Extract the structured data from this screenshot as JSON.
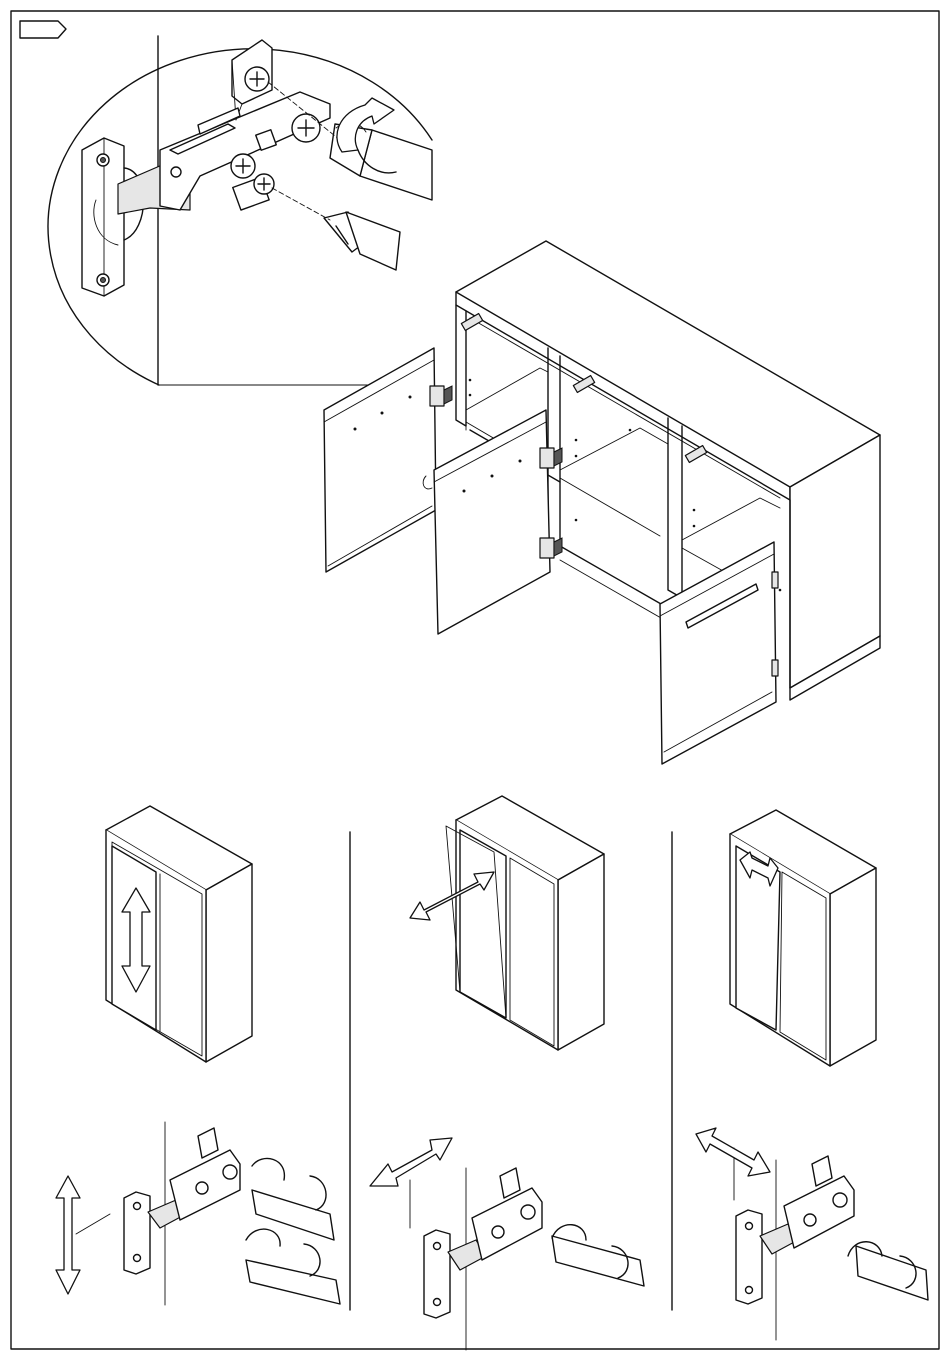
{
  "sheet": {
    "step_tag": "",
    "frame_color": "#111111",
    "background": "#ffffff"
  },
  "icons": {
    "detail_magnifier": "circle-detail",
    "adjust_vertical": "double-arrow-vertical",
    "adjust_depth": "double-arrow-diagonal",
    "adjust_side": "double-arrow-side",
    "rotation": "rotate-arrow",
    "tool": "screwdriver"
  }
}
